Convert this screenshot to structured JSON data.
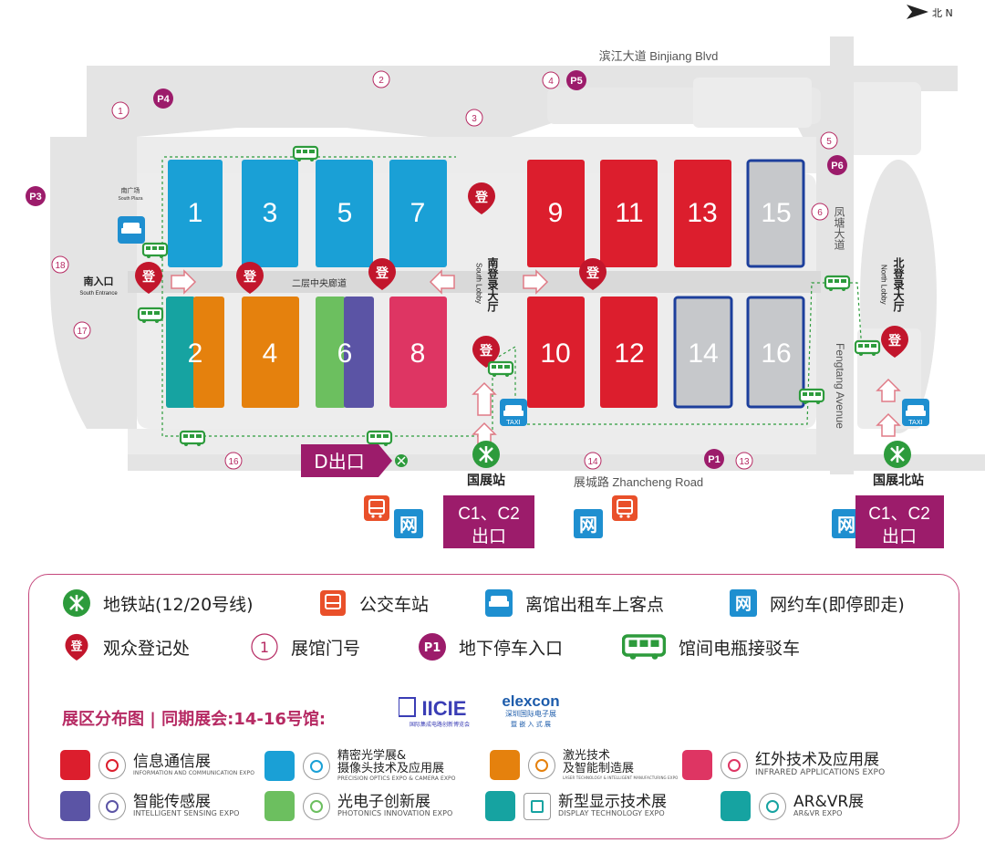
{
  "compass": {
    "label": "北 N"
  },
  "roads": {
    "binjiang": "滨江大道 Binjiang Blvd",
    "zhancheng": "展城路 Zhancheng Road",
    "fengtang_cn": "凤塘大道",
    "fengtang_en": "Fengtang Avenue",
    "corridor": "二层中央廊道"
  },
  "halls": [
    {
      "id": "hall-1",
      "label": "1",
      "color": "#1aa0d6"
    },
    {
      "id": "hall-3",
      "label": "3",
      "color": "#1aa0d6"
    },
    {
      "id": "hall-5",
      "label": "5",
      "color": "#1aa0d6"
    },
    {
      "id": "hall-7",
      "label": "7",
      "color": "#1aa0d6"
    },
    {
      "id": "hall-2",
      "label": "2",
      "color": "#e5810d"
    },
    {
      "id": "hall-4",
      "label": "4",
      "color": "#e5810d"
    },
    {
      "id": "hall-6",
      "label": "6",
      "color": "#5b54a5"
    },
    {
      "id": "hall-8",
      "label": "8",
      "color": "#de3563"
    },
    {
      "id": "hall-9",
      "label": "9",
      "color": "#dc1e2d"
    },
    {
      "id": "hall-11",
      "label": "11",
      "color": "#dc1e2d"
    },
    {
      "id": "hall-13",
      "label": "13",
      "color": "#dc1e2d"
    },
    {
      "id": "hall-15",
      "label": "15",
      "color": "#c6c8cb"
    },
    {
      "id": "hall-10",
      "label": "10",
      "color": "#dc1e2d"
    },
    {
      "id": "hall-12",
      "label": "12",
      "color": "#dc1e2d"
    },
    {
      "id": "hall-14",
      "label": "14",
      "color": "#c6c8cb"
    },
    {
      "id": "hall-16",
      "label": "16",
      "color": "#c6c8cb"
    }
  ],
  "gates": [
    "1",
    "2",
    "3",
    "4",
    "5",
    "6",
    "13",
    "14",
    "16",
    "17",
    "18"
  ],
  "parking": [
    "P1",
    "P3",
    "P4",
    "P5",
    "P6"
  ],
  "register_char": "登",
  "places": {
    "south_plaza_cn": "南广场",
    "south_plaza_en": "South Plaza",
    "south_entrance_cn": "南入口",
    "south_entrance_en": "South Entrance",
    "south_lobby_cn": "南登录大厅",
    "south_lobby_en": "South Lobby",
    "north_lobby_cn": "北登录大厅",
    "north_lobby_en": "North Lobby",
    "station1": "国展站",
    "station2": "国展北站",
    "exit_d": "D出口",
    "exit_c_line1": "C1、C2",
    "exit_c_line2": "出口",
    "taxi": "TAXI",
    "online_car": "网"
  },
  "legend": {
    "metro": "地铁站(12/20号线)",
    "bus": "公交车站",
    "taxi": "离馆出租车上客点",
    "ride": "网约车(即停即走)",
    "register": "观众登记处",
    "gate": "展馆门号",
    "gate_sample": "1",
    "parking": "地下停车入口",
    "parking_sample": "P1",
    "shuttle": "馆间电瓶接驳车"
  },
  "distribution": {
    "title": "展区分布图 | 同期展会:14-16号馆:",
    "logo_iicie": "IICIE",
    "logo_iicie_sub": "国际集成电路创新博览会",
    "logo_elexcon": "elexcon",
    "logo_elexcon_sub1": "深圳国际电子展",
    "logo_elexcon_sub2": "暨 嵌 入 式 展"
  },
  "categories": [
    {
      "cn": "信息通信展",
      "en": "INFORMATION AND COMMUNICATION EXPO",
      "color": "#dc1e2d"
    },
    {
      "cn_line1": "精密光学展&",
      "cn_line2": "摄像头技术及应用展",
      "en": "PRECISION OPTICS EXPO & CAMERA EXPO",
      "color": "#1aa0d6"
    },
    {
      "cn_line1": "激光技术",
      "cn_line2": "及智能制造展",
      "en": "LASER TECHNOLOGY & INTELLIGENT MANUFACTURING EXPO",
      "color": "#e5810d"
    },
    {
      "cn": "红外技术及应用展",
      "en": "INFRARED APPLICATIONS EXPO",
      "color": "#de3563"
    },
    {
      "cn": "智能传感展",
      "en": "INTELLIGENT SENSING EXPO",
      "color": "#5b54a5"
    },
    {
      "cn": "光电子创新展",
      "en": "PHOTONICS INNOVATION EXPO",
      "color": "#6cbf5f"
    },
    {
      "cn": "新型显示技术展",
      "en": "DISPLAY TECHNOLOGY EXPO",
      "color": "#16a3a1"
    },
    {
      "cn": "AR&VR展",
      "en": "AR&VR EXPO",
      "color": "#16a3a1"
    }
  ],
  "colors": {
    "metro": "#2d9b3c",
    "bus": "#e9502a",
    "taxi": "#1e8fd0",
    "register": "#c2162c",
    "parking": "#9c1c6b",
    "exit": "#9c1c6b",
    "road": "#e4e4e4",
    "outline_blue": "#1d3f9c"
  }
}
